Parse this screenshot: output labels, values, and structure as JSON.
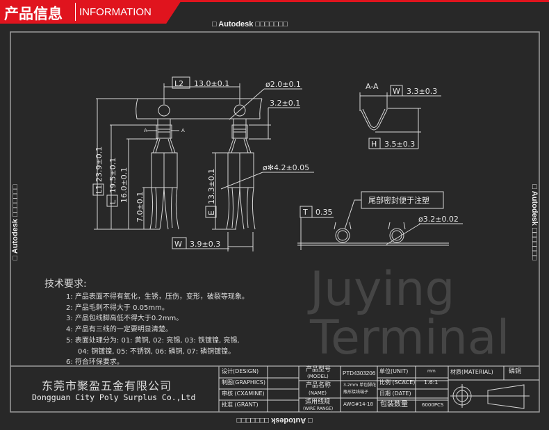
{
  "header": {
    "title_cn": "产品信息",
    "title_en": "INFORMATION",
    "accent": "#e0141e"
  },
  "autodesk_notes": {
    "top": "□ Autodesk □□□□□□□",
    "left": "□ Autodesk □□□□□□□",
    "right": "□ Autodesk □□□□□□□",
    "bottom": "□ Autodesk □□□□□□□"
  },
  "watermark": "Juying Terminal",
  "drawing": {
    "l2_label": "L2",
    "l2_value": "13.0±0.1",
    "hole_dia": "ø2.0±0.1",
    "pitch_h": "3.2±0.1",
    "section_a_left": "A",
    "section_a_right": "A",
    "l1_label": "L1",
    "l1_value": "23.9±0.1",
    "l_label": "L",
    "l_value": "19.5±0.1",
    "dim_16": "16.0±0.1",
    "dim_7": "7.0±0.1",
    "e_label": "E",
    "e_value": "13.3±0.1",
    "barrel_dia": "ø✻4.2±0.05",
    "w_label": "W",
    "w_value": "3.9±0.3",
    "section_title": "A-A",
    "sec_w_label": "W",
    "sec_w_value": "3.3±0.3",
    "sec_h_label": "H",
    "sec_h_value": "3.5±0.3",
    "callout": "尾部密封便于注塑",
    "t_label": "T",
    "t_value": "0.35",
    "end_dia": "ø3.2±0.02"
  },
  "requirements": {
    "title": "技术要求:",
    "items": [
      "1: 产品表面不得有氧化，生锈，压伤，变形，破裂等现象。",
      "2: 产品毛刺不得大于 0.05mm。",
      "3: 产品包线脚高低不得大于0.2mm。",
      "4: 产品有三线的一定要明显清楚。",
      "5: 表面处理分为: 01: 黄铜, 02: 亮锡, 03: 铁镀镍, 亮锡,",
      "04: 铜镀镍, 05: 不锈钢, 06: 磷铜, 07: 磷铜镀镍。",
      "6: 符合环保要求。"
    ]
  },
  "title_block": {
    "company_cn": "东莞市聚盈五金有限公司",
    "company_en": "Dongguan City Poly Surplus Co.,Ltd",
    "design": "设计(DESIGN)",
    "graphics": "制图(GRAPHICS)",
    "examine": "审核 (CXAMINE)",
    "grant": "批准 (GRANT)",
    "model_label": "产品型号",
    "model_label_en": "(MODEL)",
    "model_value": "PTD4303206",
    "name_label": "产品名称",
    "name_label_en": "(NAME)",
    "name_value_1": "3.2mm 单包脚花",
    "name_value_2": "瓶形接线端子",
    "wire_label": "适用线规",
    "wire_label_en": "(WIRE RANGE)",
    "wire_value": "AWG#14-18",
    "unit_label": "单位(UNIT)",
    "unit_value": "mm",
    "scale_label": "比例 (SCACE)",
    "scale_value": "1.6:1",
    "date_label": "日期 (DATE)",
    "date_value": "",
    "pack_label": "包装数量",
    "pack_value": "6000PCS",
    "material_label": "材质(MATERIAL)",
    "material_value": "磷铜"
  }
}
